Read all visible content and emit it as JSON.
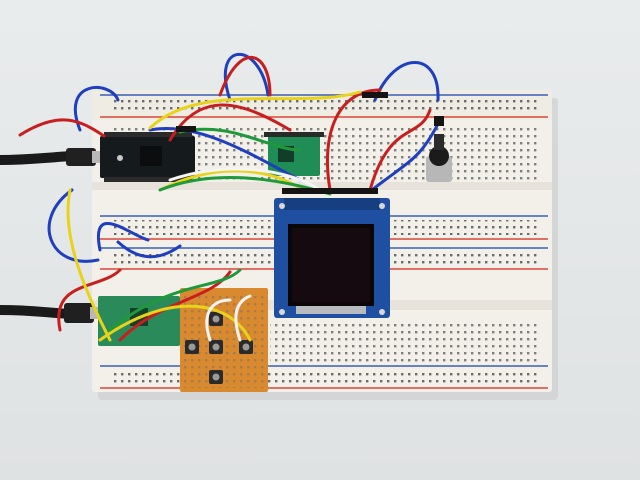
{
  "scene": {
    "description_kind": "photo",
    "objects": [
      {
        "name": "breadboard",
        "color": "#f2efe8"
      },
      {
        "name": "microcontroller-board-top",
        "color": "#151a1c"
      },
      {
        "name": "microcontroller-board-bottom",
        "color": "#2a8a5a"
      },
      {
        "name": "small-green-breakout-board",
        "color": "#1f8d55"
      },
      {
        "name": "tft-display-module",
        "color": "#1e4fa0"
      },
      {
        "name": "perfboard-button-pad",
        "color": "#d9892e"
      },
      {
        "name": "potentiometer",
        "color": "#222222"
      },
      {
        "name": "usb-cables",
        "color": "#1a1a1a"
      }
    ],
    "wire_colors": [
      "#1e3fbf",
      "#c81e1e",
      "#e8d21a",
      "#1e9a3a",
      "#f4f4f4",
      "#111111"
    ],
    "rail_colors": {
      "positive": "#d9463a",
      "negative": "#3a5fb8"
    }
  }
}
